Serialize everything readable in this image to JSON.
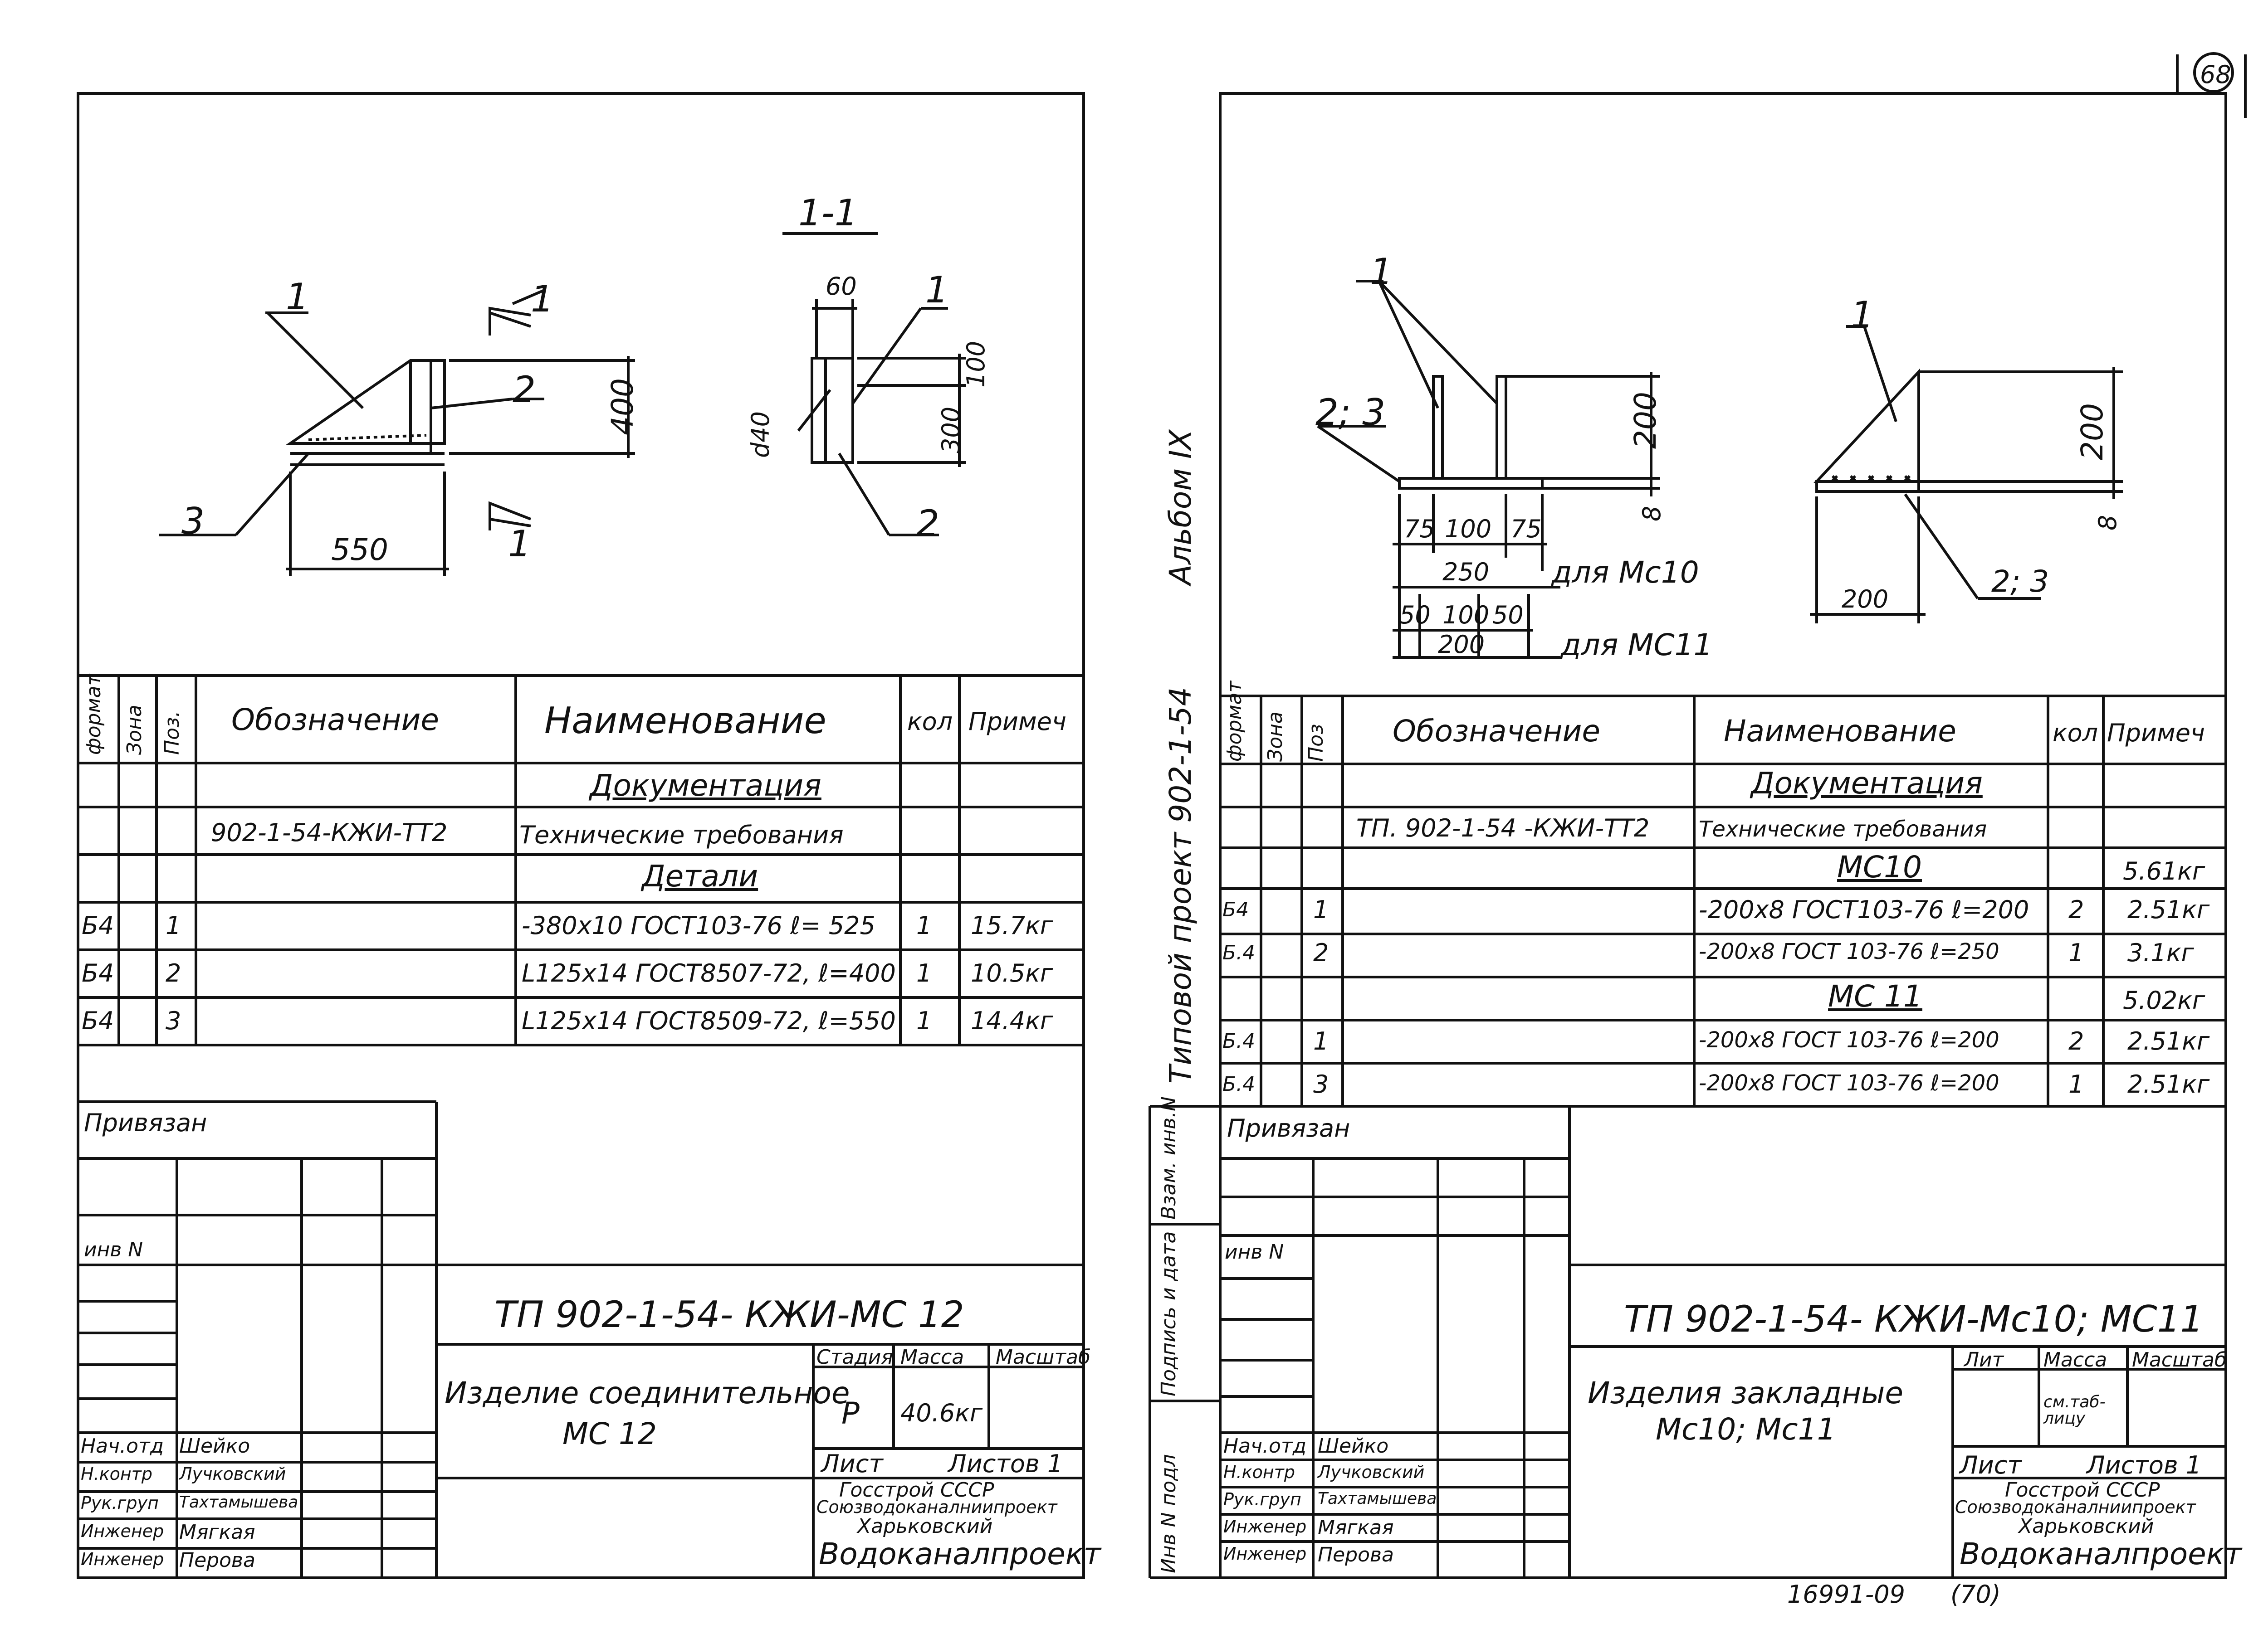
{
  "page_number": "68",
  "sheet_left": {
    "section_label": "1-1",
    "section_markers": [
      "1",
      "1"
    ],
    "callouts": [
      "1",
      "2",
      "3"
    ],
    "section_callouts": [
      "1",
      "2"
    ],
    "dims": {
      "d550": "550",
      "d400": "400",
      "d60": "60",
      "d100": "100",
      "d300": "300",
      "d40": "d40"
    },
    "spec_headers": {
      "format": "формат",
      "zone": "Зона",
      "pos": "Поз.",
      "designation": "Обозначение",
      "name": "Наименование",
      "qty": "кол",
      "note": "Примеч"
    },
    "spec_rows": [
      {
        "format": "",
        "pos": "",
        "designation": "",
        "name": "Документация",
        "qty": "",
        "note": ""
      },
      {
        "format": "",
        "pos": "",
        "designation": "902-1-54-КЖИ-ТТ2",
        "name": "Технические требования",
        "qty": "",
        "note": ""
      },
      {
        "format": "",
        "pos": "",
        "designation": "",
        "name": "Детали",
        "qty": "",
        "note": ""
      },
      {
        "format": "Б4",
        "pos": "1",
        "designation": "",
        "name": "-380x10 ГОСТ103-76 ℓ= 525",
        "qty": "1",
        "note": "15.7кг"
      },
      {
        "format": "Б4",
        "pos": "2",
        "designation": "",
        "name": "L125x14 ГОСТ8507-72, ℓ=400",
        "qty": "1",
        "note": "10.5кг"
      },
      {
        "format": "Б4",
        "pos": "3",
        "designation": "",
        "name": "L125x14 ГОСТ8509-72, ℓ=550",
        "qty": "1",
        "note": "14.4кг"
      }
    ],
    "privyazan": "Привязан",
    "inv": "инв N",
    "title_code": "ТП 902-1-54- КЖИ-МС 12",
    "item_name_1": "Изделие соединительное",
    "item_name_2": "МС 12",
    "stage_hdr": "Стадия",
    "mass_hdr": "Масса",
    "scale_hdr": "Масштаб",
    "stage": "Р",
    "mass": "40.6кг",
    "sheet": "Лист",
    "sheets": "Листов 1",
    "org_1": "Госстрой СССР",
    "org_2": "Союзводоканалниипроект",
    "org_3": "Харьковский",
    "org_4": "Водоканалпроект",
    "staff": [
      {
        "role": "Нач.отд",
        "name": "Шейко"
      },
      {
        "role": "Н.контр",
        "name": "Лучковский"
      },
      {
        "role": "Рук.груп",
        "name": "Тахтамышева"
      },
      {
        "role": "Инженер",
        "name": "Мягкая"
      },
      {
        "role": "Инженер",
        "name": "Перова"
      }
    ]
  },
  "sheet_right": {
    "callouts": [
      "1",
      "1"
    ],
    "label_23a": "2; 3",
    "label_23b": "2; 3",
    "dims": {
      "d200a": "200",
      "d8a": "8",
      "d75a": "75",
      "d100a": "100",
      "d75b": "75",
      "d250": "250",
      "d50a": "50",
      "d100b": "100",
      "d50b": "50",
      "d200b": "200",
      "d200c": "200",
      "d8b": "8",
      "d200d": "200"
    },
    "for_mc10": "для Мс10",
    "for_mc11": "для МС11",
    "side_album": "Альбом IX",
    "side_project": "Типовой проект 902-1-54",
    "side_stamp_1": "Взам. инв.N",
    "side_stamp_2": "Подпись и дата",
    "side_stamp_3": "Инв N подл",
    "spec_headers": {
      "format": "формат",
      "zone": "Зона",
      "pos": "Поз",
      "designation": "Обозначение",
      "name": "Наименование",
      "qty": "кол",
      "note": "Примеч"
    },
    "spec_rows": [
      {
        "format": "",
        "pos": "",
        "designation": "",
        "name": "Документация",
        "qty": "",
        "note": ""
      },
      {
        "format": "",
        "pos": "",
        "designation": "ТП. 902-1-54 -КЖИ-ТТ2",
        "name": "Технические требования",
        "qty": "",
        "note": ""
      },
      {
        "format": "",
        "pos": "",
        "designation": "",
        "name": "МС10",
        "qty": "",
        "note": "5.61кг"
      },
      {
        "format": "Б4",
        "pos": "1",
        "designation": "",
        "name": "-200x8 ГОСТ103-76 ℓ=200",
        "qty": "2",
        "note": "2.51кг"
      },
      {
        "format": "Б.4",
        "pos": "2",
        "designation": "",
        "name": "-200x8 ГОСТ 103-76 ℓ=250",
        "qty": "1",
        "note": "3.1кг"
      },
      {
        "format": "",
        "pos": "",
        "designation": "",
        "name": "МС 11",
        "qty": "",
        "note": "5.02кг"
      },
      {
        "format": "Б.4",
        "pos": "1",
        "designation": "",
        "name": "-200x8 ГОСТ 103-76 ℓ=200",
        "qty": "2",
        "note": "2.51кг"
      },
      {
        "format": "Б.4",
        "pos": "3",
        "designation": "",
        "name": "-200x8 ГОСТ 103-76 ℓ=200",
        "qty": "1",
        "note": "2.51кг"
      }
    ],
    "privyazan": "Привязан",
    "inv": "инв N",
    "title_code": "ТП 902-1-54- КЖИ-Мс10; МС11",
    "item_name_1": "Изделия закладные",
    "item_name_2": "Мс10; Мс11",
    "lit_hdr": "Лит",
    "mass_hdr": "Масса",
    "scale_hdr": "Масштаб",
    "mass": "см.таб-лицу",
    "sheet": "Лист",
    "sheets": "Листов 1",
    "org_1": "Госстрой СССР",
    "org_2": "Союзводоканалниипроект",
    "org_3": "Харьковский",
    "org_4": "Водоканалпроект",
    "staff": [
      {
        "role": "Нач.отд",
        "name": "Шейко"
      },
      {
        "role": "Н.контр",
        "name": "Лучковский"
      },
      {
        "role": "Рук.груп",
        "name": "Тахтамышева"
      },
      {
        "role": "Инженер",
        "name": "Мягкая"
      },
      {
        "role": "Инженер",
        "name": "Перова"
      }
    ],
    "footer_number": "16991-09",
    "footer_page": "(70)"
  }
}
